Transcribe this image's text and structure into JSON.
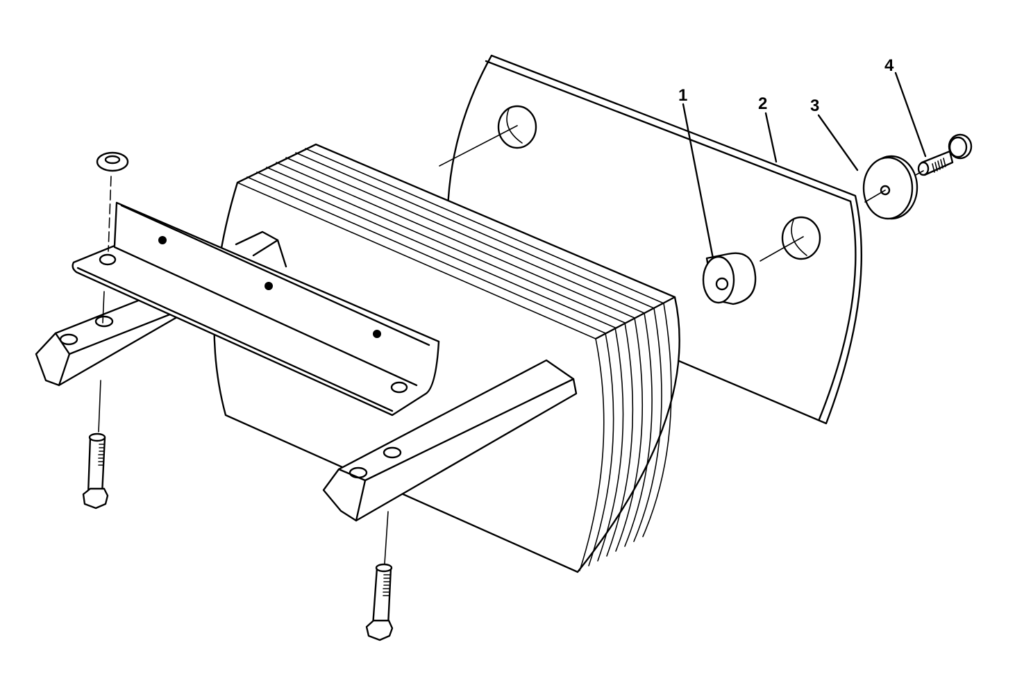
{
  "diagram": {
    "type": "exploded-parts-view",
    "subject": "Counterweight stack with mounting brackets and hardware",
    "background_color": "#ffffff",
    "line_color": "#000000",
    "callouts": [
      {
        "number": "1",
        "part": "spacer-bushing"
      },
      {
        "number": "2",
        "part": "cover-plate"
      },
      {
        "number": "3",
        "part": "washer"
      },
      {
        "number": "4",
        "part": "screw"
      }
    ],
    "unlabeled_parts": [
      "weight-stack-plates",
      "angle-bracket",
      "hex-bar-left",
      "hex-bar-right",
      "flat-washer-left",
      "hex-bolt-left",
      "hex-bolt-right"
    ]
  }
}
